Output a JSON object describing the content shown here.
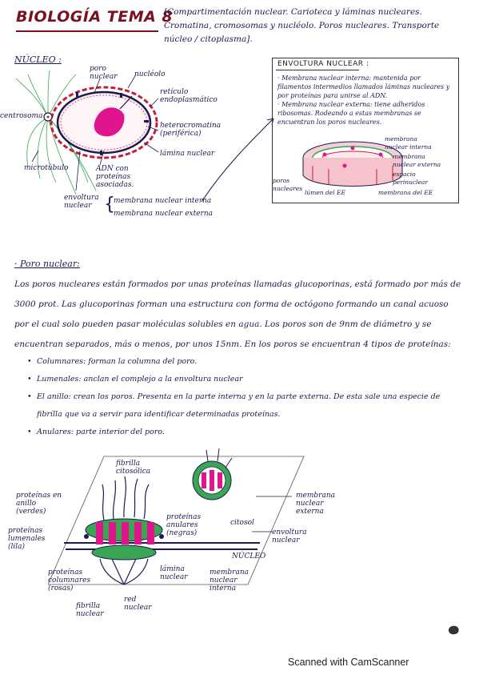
{
  "header": {
    "title": "BIOLOGÍA TEMA 8",
    "subtitle": "[Compartimentación nuclear. Carioteca y láminas nucleares. Cromatina, cromosomas y nucléolo. Poros nucleares. Transporte núcleo / citoplasma]."
  },
  "nucleus_section": {
    "heading": "NÚCLEO :",
    "labels": {
      "pore": "poro nuclear",
      "nucleolus": "nucléolo",
      "er": "retículo endoplasmático",
      "centrosome": "centrosoma",
      "heterochromatin": "heterocromatina (periférica)",
      "lamina": "lámina nuclear",
      "microtubule": "microtúbulo",
      "adn": "ADN con proteínas asociadas.",
      "envelope": "envoltura nuclear",
      "inner_membrane": "membrana nuclear interna",
      "outer_membrane": "membrana nuclear externa"
    }
  },
  "envelope_box": {
    "title": "ENVOLTURA NUCLEAR :",
    "text_1": "· Membrana nuclear interna: mantenida por filamentos intermedios llamados láminas nucleares y por proteínas para unirse al ADN.",
    "text_2": "· Membrana nuclear externa: tiene adheridos ribosomas. Rodeando a estas membranas se encuentran los poros nucleares.",
    "labels": {
      "inner": "membrana nuclear interna",
      "outer": "membrana nuclear externa",
      "space": "espacio perinuclear",
      "pores": "poros nucleares",
      "lumen": "lúmen del EE",
      "er_membrane": "membrana del EE"
    }
  },
  "pore_section": {
    "heading": "· Poro nuclear:",
    "paragraph": "Los poros nucleares están formados por unas proteínas llamadas glucoporinas, está formado por más de 3000 prot. Las glucoporinas forman una estructura con forma de octógono formando un canal acuoso por el cual solo pueden pasar moléculas solubles en agua. Los poros son de 9nm de diámetro y se encuentran separados, más o menos, por unos 15nm. En los poros se encuentran 4 tipos de proteínas:",
    "bullets": [
      "Columnares: forman la columna del poro.",
      "Lumenales: anclan el complejo a la envoltura nuclear",
      "El anillo: crean los poros. Presenta en la parte interna y en la parte externa. De esta sale una especie de fibrilla que va a servir para identificar determinadas proteínas.",
      "Anulares: parte interior del poro."
    ]
  },
  "pore_diagram": {
    "labels": {
      "fibrilla_cito": "fibrilla citosólica",
      "ring": "proteínas en anillo (verdes)",
      "lumenal": "proteínas lumenales (lila)",
      "annular": "proteínas anulares (negras)",
      "cytosol": "citosol",
      "outer_membrane": "membrana nuclear externa",
      "envelope": "envoltura nuclear",
      "nucleus": "NÚCLEO",
      "columnar": "proteínas columnares (rosas)",
      "lamina": "lámina nuclear",
      "inner_membrane": "membrana nuclear interna",
      "net": "red nuclear",
      "fibrilla_nuc": "fibrilla nuclear"
    }
  },
  "footer": {
    "scanner": "Scanned with CamScanner"
  },
  "colors": {
    "title": "#7a1020",
    "ink": "#1b1b4f",
    "pink": "#e0148c",
    "green": "#3aa655",
    "red": "#c41e3a"
  }
}
